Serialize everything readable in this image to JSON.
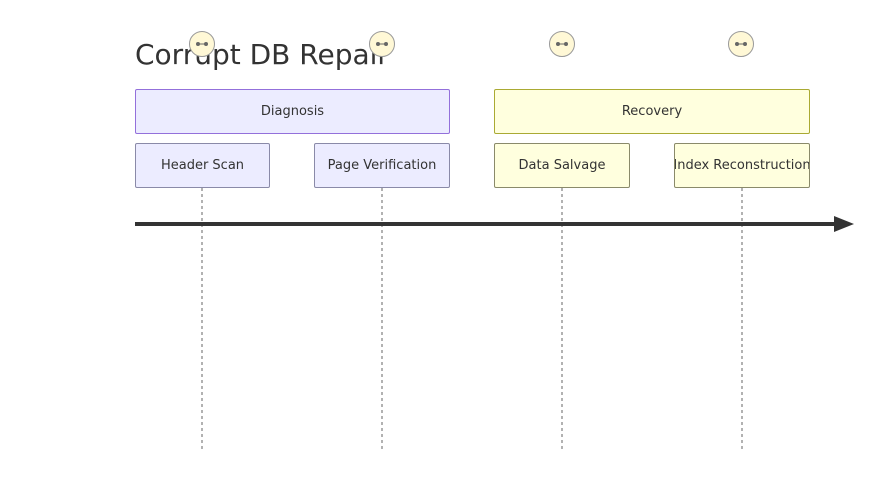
{
  "title": "Corrupt DB Repair",
  "colors": {
    "section_diagnosis": "#ececff",
    "section_recovery": "#ffffde",
    "axis": "#333333",
    "dashed_line": "#666666",
    "face_fill": "#fff8d6",
    "face_stroke": "#999999"
  },
  "sections": [
    {
      "label": "Diagnosis",
      "tasks": [
        {
          "label": "Header Scan"
        },
        {
          "label": "Page Verification"
        }
      ]
    },
    {
      "label": "Recovery",
      "tasks": [
        {
          "label": "Data Salvage"
        },
        {
          "label": "Index Reconstruction"
        }
      ]
    }
  ],
  "icons": [
    "face-icon",
    "arrow-head-icon"
  ]
}
